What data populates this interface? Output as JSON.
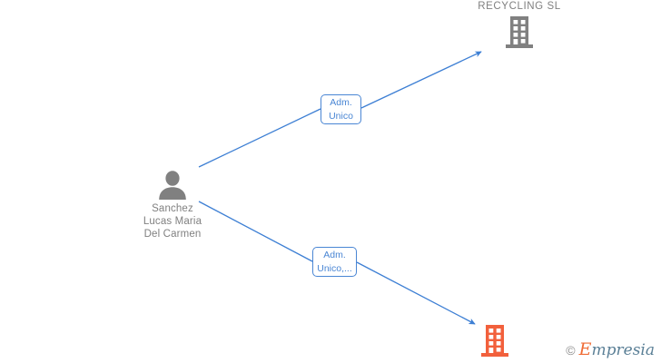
{
  "graph": {
    "background_color": "#ffffff",
    "edge_color": "#4a86d4",
    "node_gray": "#808080",
    "node_orange": "#f2603c",
    "nodes": [
      {
        "id": "person",
        "type": "person",
        "icon": "person-icon",
        "label": "Sanchez\nLucas Maria\nDel Carmen",
        "label_position": "below",
        "color": "#808080"
      },
      {
        "id": "company-recycling",
        "type": "company",
        "icon": "building-icon",
        "label": "RECYCLING  SL",
        "label_position": "above",
        "color": "#808080"
      },
      {
        "id": "company-orange",
        "type": "company",
        "icon": "building-icon",
        "label": "",
        "label_position": "none",
        "color": "#f2603c"
      }
    ],
    "edges": [
      {
        "id": "edge-1",
        "from": "person",
        "to": "company-recycling",
        "label": "Adm.\nUnico",
        "color": "#4a86d4"
      },
      {
        "id": "edge-2",
        "from": "person",
        "to": "company-orange",
        "label": "Adm.\nUnico,...",
        "color": "#4a86d4"
      }
    ]
  },
  "watermark": {
    "copyright": "©",
    "brand_first_letter": "E",
    "brand_rest": "mpresia"
  }
}
